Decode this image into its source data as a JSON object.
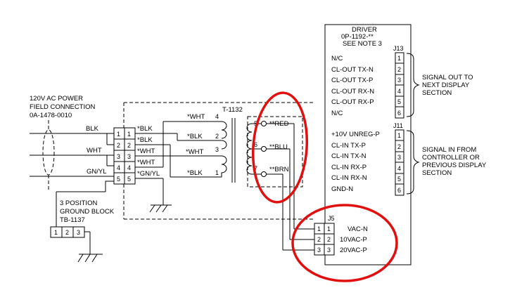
{
  "power": {
    "line1": "120V AC POWER",
    "line2": "FIELD CONNECTION",
    "line3": "0A-1478-0010"
  },
  "field_wires": [
    "BLK",
    "WHT",
    "GN/YL"
  ],
  "terminal_block": {
    "left": [
      "1",
      "2",
      "3",
      "4",
      "5"
    ],
    "right": [
      "1",
      "2",
      "3",
      "4",
      "5"
    ],
    "wires": [
      "*BLK",
      "*BLK",
      "*WHT",
      "*WHT",
      "*GN/YL"
    ]
  },
  "transformer": {
    "ref": "T-1132",
    "primary_labels": [
      "*WHT",
      "*BLK",
      "*WHT",
      "*BLK"
    ],
    "primary_pins": [
      "4",
      "2",
      "3",
      "1"
    ],
    "secondary_pins": [
      "5",
      "6",
      "7"
    ],
    "secondary_labels": [
      "**RED",
      "**BLU",
      "**BRN"
    ]
  },
  "ground_block": {
    "line1": "3 POSITION",
    "line2": "GROUND BLOCK",
    "line3": "TB-1137",
    "cells": [
      "1",
      "2",
      "3"
    ]
  },
  "driver": {
    "title": "DRIVER",
    "part": "0P-1192-**",
    "note": "SEE NOTE 3"
  },
  "j13": {
    "label": "J13",
    "signals": [
      "N/C",
      "CL-OUT TX-N",
      "CL-OUT TX-P",
      "CL-OUT RX-N",
      "CL-OUT RX-P",
      "N/C"
    ],
    "pins": [
      "1",
      "2",
      "3",
      "4",
      "5",
      "6"
    ],
    "desc": [
      "SIGNAL OUT TO",
      "NEXT DISPLAY",
      "SECTION"
    ]
  },
  "j11": {
    "label": "J11",
    "signals": [
      "+10V UNREG-P",
      "CL-IN TX-P",
      "CL-IN TX-N",
      "CL-IN RX-P",
      "CL-IN RX-N",
      "GND-N"
    ],
    "pins": [
      "1",
      "2",
      "3",
      "4",
      "5",
      "6"
    ],
    "desc": [
      "SIGNAL IN FROM",
      "CONTROLLER OR",
      "PREVIOUS DISPLAY",
      "SECTION"
    ]
  },
  "j5": {
    "label": "J5",
    "left": [
      "1",
      "2",
      "3"
    ],
    "right": [
      "1",
      "2",
      "3"
    ],
    "signals": [
      "VAC-N",
      "10VAC-P",
      "20VAC-P"
    ]
  }
}
